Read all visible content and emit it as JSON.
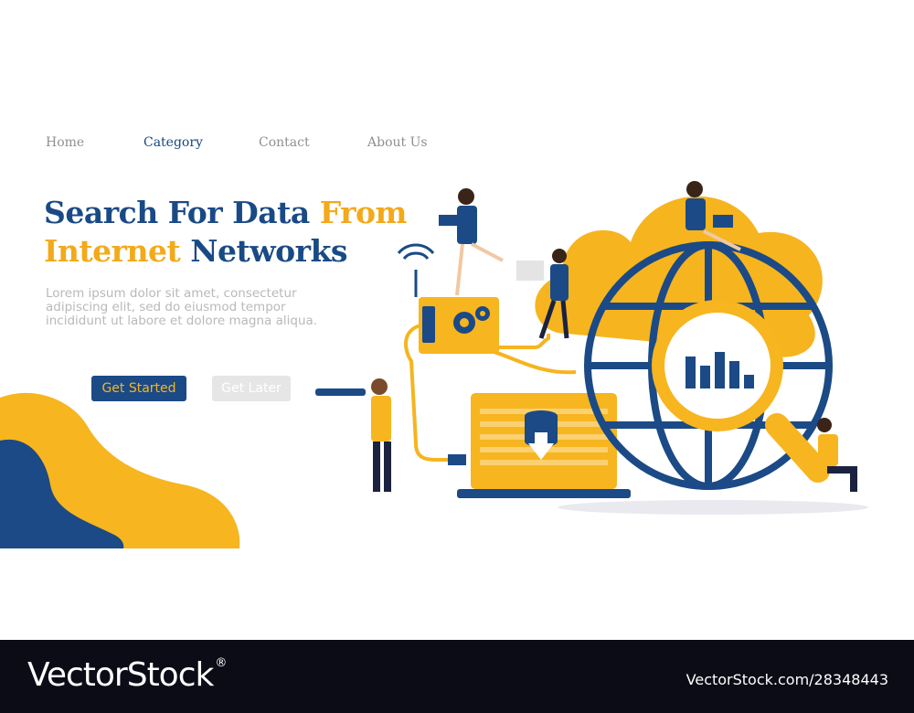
{
  "nav": {
    "items": [
      {
        "label": "Home"
      },
      {
        "label": "Category"
      },
      {
        "label": "Contact"
      },
      {
        "label": "About Us"
      }
    ],
    "active": "Category"
  },
  "hero": {
    "title_line1_a": "Search For Data ",
    "title_line1_b": "From",
    "title_line2_a": "Internet",
    "title_line2_b": " Networks",
    "description": "Lorem ipsum dolor sit amet, consectetur adipiscing elit, sed do eiusmod tempor incididunt ut labore et dolore magna aliqua.",
    "primary_button": "Get Started",
    "secondary_button": "Get Later"
  },
  "colors": {
    "navy": "#1b4a86",
    "yellow": "#f7b51f",
    "orange": "#f3a91a",
    "footer": "#0c0c17"
  },
  "footer": {
    "brand": "VectorStock",
    "brand_mark": "®",
    "credit": "VectorStock.com/28348443"
  },
  "icons": [
    "wifi-icon",
    "gear-icon",
    "database-icon",
    "download-arrow-icon",
    "bar-chart-icon",
    "globe-icon",
    "magnifier-icon",
    "usb-plug-icon"
  ]
}
